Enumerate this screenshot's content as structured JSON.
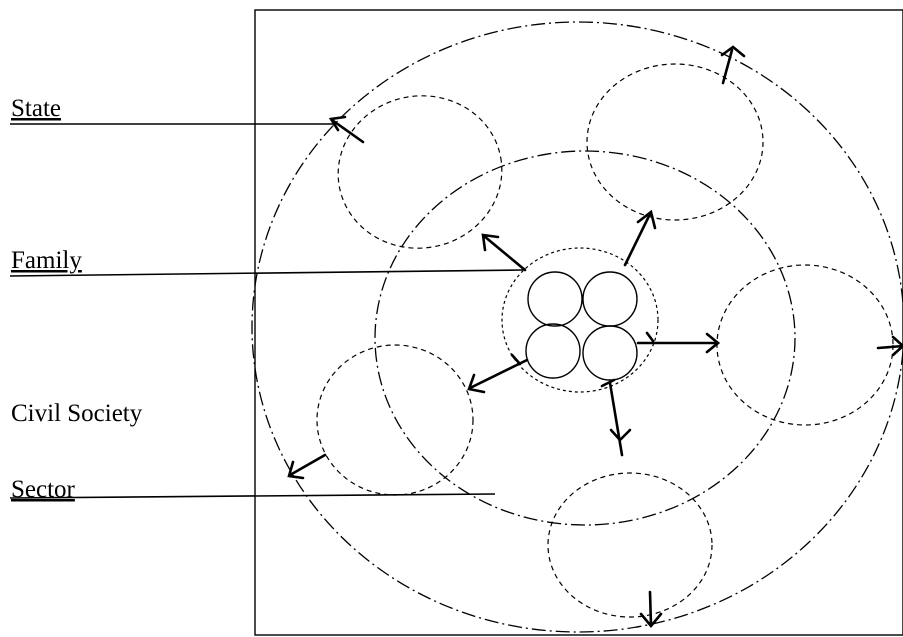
{
  "labels": {
    "state": "State",
    "family": "Family",
    "civil_society": "Civil Society",
    "sector": "Sector"
  },
  "colors": {
    "ink": "#000000",
    "background": "#ffffff"
  }
}
